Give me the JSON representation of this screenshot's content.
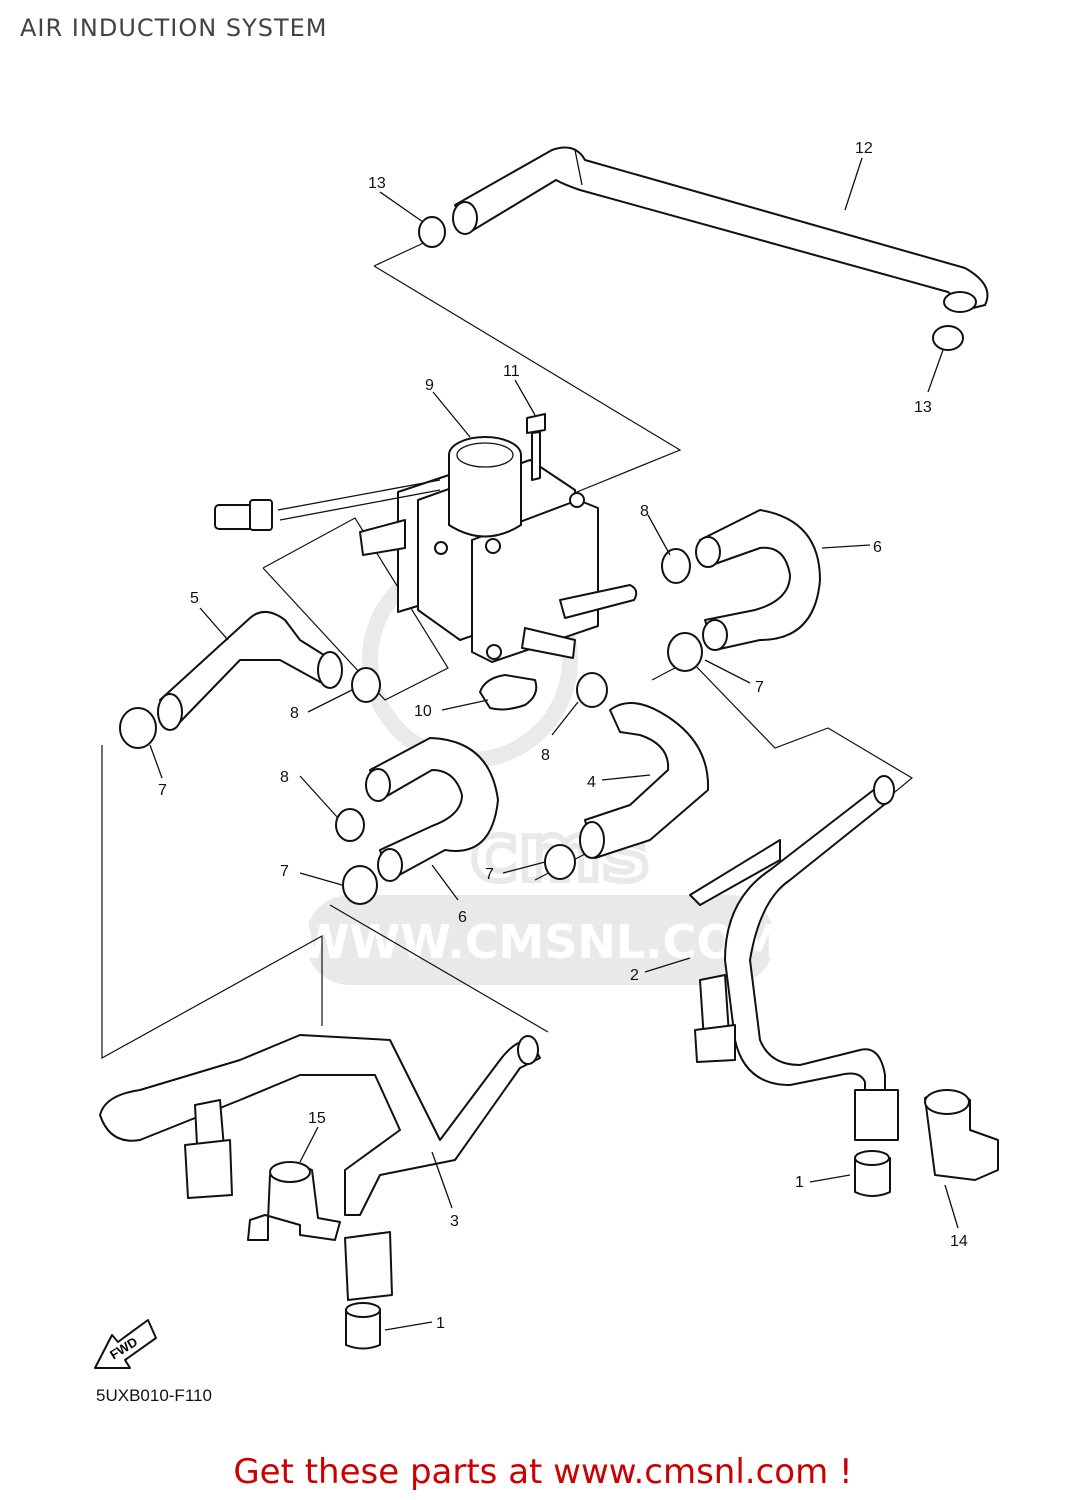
{
  "title": "AIR INDUCTION SYSTEM",
  "diagram_code": "5UXB010-F110",
  "fwd_label": "FWD",
  "watermark": "WWW.CMSNL.COM",
  "banner": {
    "text": "Get these parts at www.cmsnl.com !",
    "color": "#cc0000"
  },
  "callouts": {
    "c1a": "1",
    "c1b": "1",
    "c2": "2",
    "c3": "3",
    "c4": "4",
    "c5": "5",
    "c6a": "6",
    "c6b": "6",
    "c7a": "7",
    "c7b": "7",
    "c7c": "7",
    "c7d": "7",
    "c8a": "8",
    "c8b": "8",
    "c8c": "8",
    "c8d": "8",
    "c9": "9",
    "c10": "10",
    "c11": "11",
    "c12": "12",
    "c13a": "13",
    "c13b": "13",
    "c14": "14",
    "c15": "15"
  }
}
